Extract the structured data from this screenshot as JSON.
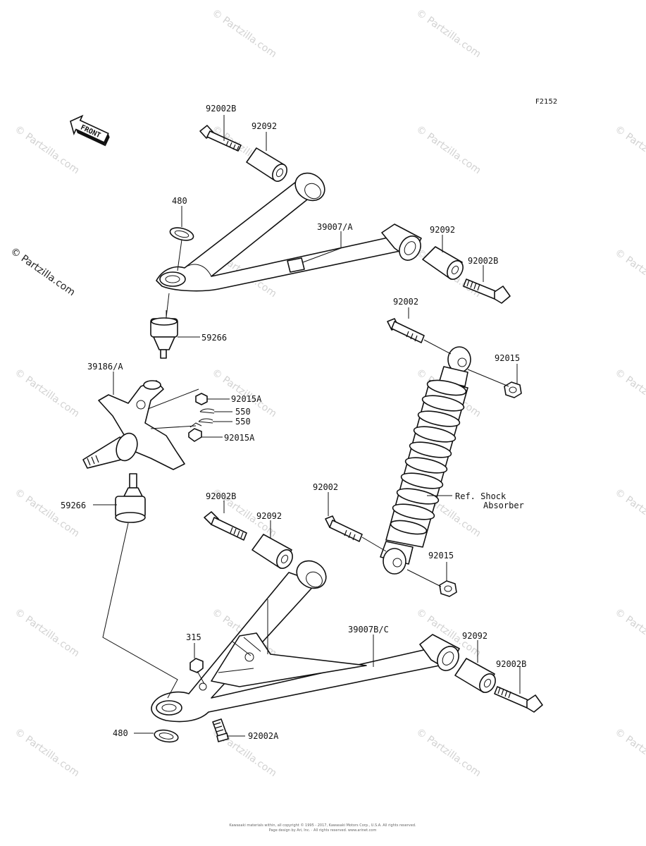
{
  "figure_code": "F2152",
  "front_label": "FRONT",
  "watermark": "© Partzilla.com",
  "reference": {
    "line1": "Ref. Shock",
    "line2": "Absorber"
  },
  "parts": {
    "bolt_top_left": "92002B",
    "bushing_top_left": "92092",
    "washer_top": "480",
    "upper_arm": "39007/A",
    "bushing_top_right": "92092",
    "bolt_top_right": "92002B",
    "ball_joint_upper": "59266",
    "knuckle": "39186/A",
    "nut_knuckle_upper": "92015A",
    "cotter_pin_1": "550",
    "cotter_pin_2": "550",
    "nut_knuckle_lower": "92015A",
    "bolt_shock_upper": "92002",
    "nut_shock_upper": "92015",
    "ball_joint_lower": "59266",
    "bolt_mid_left": "92002B",
    "bushing_mid_left": "92092",
    "bolt_shock_lower": "92002",
    "nut_shock_lower": "92015",
    "nut_lower_arm": "315",
    "lower_arm": "39007B/C",
    "bushing_bottom_right": "92092",
    "bolt_bottom_right": "92002B",
    "washer_bottom": "480",
    "bolt_lower_arm": "92002A"
  },
  "footer": {
    "line1": "Kawasaki materials within, all copyright © 1995 - 2017, Kawasaki Motors Corp., U.S.A. All rights reserved.",
    "line2": "Page design by Ari, Inc. · All rights reserved. www.arinet.com"
  }
}
